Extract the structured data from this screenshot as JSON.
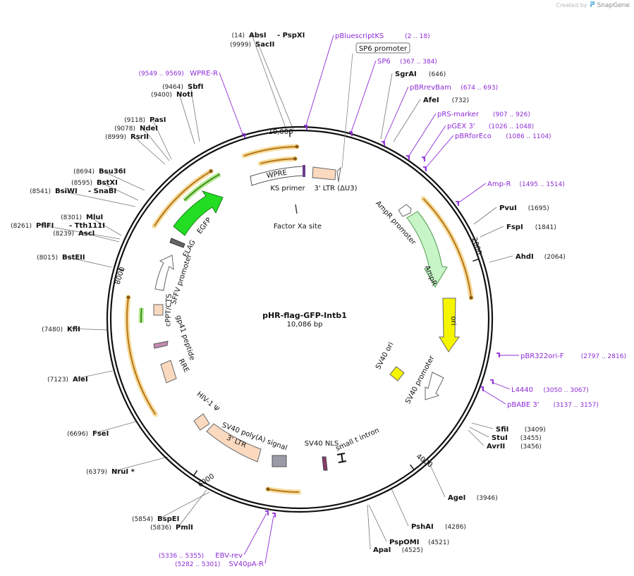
{
  "header": {
    "created_by": "Created by",
    "brand": "SnapGene"
  },
  "plasmid": {
    "name": "pHR-flag-GFP-Intb1",
    "length_label": "10,086 bp",
    "length": 10086
  },
  "ticks": [
    {
      "bp": 2000,
      "label": "2000"
    },
    {
      "bp": 4000,
      "label": "4000"
    },
    {
      "bp": 6000,
      "label": "6000"
    },
    {
      "bp": 8000,
      "label": "8000"
    },
    {
      "bp": 10000,
      "label": "10,000"
    }
  ],
  "sites": [
    {
      "bp": 14,
      "pos": "(14)",
      "name": "AbsI",
      "suffix": "- PspXI"
    },
    {
      "bp": 9999,
      "pos": "(9999)",
      "name": "SacII",
      "suffix": ""
    },
    {
      "bp": 646,
      "pos": "(646)",
      "name": "SgrAI",
      "suffix": ""
    },
    {
      "bp": 732,
      "pos": "(732)",
      "name": "AfeI",
      "suffix": ""
    },
    {
      "bp": 1695,
      "pos": "(1695)",
      "name": "PvuI",
      "suffix": ""
    },
    {
      "bp": 1841,
      "pos": "(1841)",
      "name": "FspI",
      "suffix": ""
    },
    {
      "bp": 2064,
      "pos": "(2064)",
      "name": "AhdI",
      "suffix": ""
    },
    {
      "bp": 3409,
      "pos": "(3409)",
      "name": "SfiI",
      "suffix": ""
    },
    {
      "bp": 3455,
      "pos": "(3455)",
      "name": "StuI",
      "suffix": ""
    },
    {
      "bp": 3456,
      "pos": "(3456)",
      "name": "AvrII",
      "suffix": ""
    },
    {
      "bp": 3946,
      "pos": "(3946)",
      "name": "AgeI",
      "suffix": ""
    },
    {
      "bp": 4286,
      "pos": "(4286)",
      "name": "PshAI",
      "suffix": ""
    },
    {
      "bp": 4521,
      "pos": "(4521)",
      "name": "PspOMI",
      "suffix": ""
    },
    {
      "bp": 4525,
      "pos": "(4525)",
      "name": "ApaI",
      "suffix": ""
    },
    {
      "bp": 5854,
      "pos": "(5854)",
      "name": "BspEI",
      "suffix": ""
    },
    {
      "bp": 5836,
      "pos": "(5836)",
      "name": "PmlI",
      "suffix": ""
    },
    {
      "bp": 6379,
      "pos": "(6379)",
      "name": "NruI *",
      "suffix": ""
    },
    {
      "bp": 6696,
      "pos": "(6696)",
      "name": "FseI",
      "suffix": ""
    },
    {
      "bp": 7123,
      "pos": "(7123)",
      "name": "AleI",
      "suffix": ""
    },
    {
      "bp": 7480,
      "pos": "(7480)",
      "name": "KflI",
      "suffix": ""
    },
    {
      "bp": 8015,
      "pos": "(8015)",
      "name": "BstEII",
      "suffix": ""
    },
    {
      "bp": 8239,
      "pos": "(8239)",
      "name": "AscI",
      "suffix": ""
    },
    {
      "bp": 8261,
      "pos": "(8261)",
      "name": "PflFI",
      "suffix": "- Tth111I"
    },
    {
      "bp": 8301,
      "pos": "(8301)",
      "name": "MluI",
      "suffix": ""
    },
    {
      "bp": 8541,
      "pos": "(8541)",
      "name": "BsiWI",
      "suffix": "- SnaBI"
    },
    {
      "bp": 8595,
      "pos": "(8595)",
      "name": "BstXI",
      "suffix": ""
    },
    {
      "bp": 8694,
      "pos": "(8694)",
      "name": "Bsu36I",
      "suffix": ""
    },
    {
      "bp": 8999,
      "pos": "(8999)",
      "name": "RsrII",
      "suffix": ""
    },
    {
      "bp": 9078,
      "pos": "(9078)",
      "name": "NdeI",
      "suffix": ""
    },
    {
      "bp": 9118,
      "pos": "(9118)",
      "name": "PasI",
      "suffix": ""
    },
    {
      "bp": 9400,
      "pos": "(9400)",
      "name": "NotI",
      "suffix": ""
    },
    {
      "bp": 9464,
      "pos": "(9464)",
      "name": "SbfI",
      "suffix": ""
    }
  ],
  "primers": [
    {
      "bp": 10,
      "name": "pBluescriptKS",
      "range": "(2 .. 18)"
    },
    {
      "bp": 375,
      "name": "SP6",
      "range": "(367 .. 384)"
    },
    {
      "bp": 683,
      "name": "pBRrevBam",
      "range": "(674 .. 693)"
    },
    {
      "bp": 916,
      "name": "pRS-marker",
      "range": "(907 .. 926)"
    },
    {
      "bp": 1037,
      "name": "pGEX 3'",
      "range": "(1026 .. 1048)"
    },
    {
      "bp": 1095,
      "name": "pBRforEco",
      "range": "(1086 .. 1104)"
    },
    {
      "bp": 1504,
      "name": "Amp-R",
      "range": "(1495 .. 1514)"
    },
    {
      "bp": 2806,
      "name": "pBR322ori-F",
      "range": "(2797 .. 2816)"
    },
    {
      "bp": 3058,
      "name": "L4440",
      "range": "(3050 .. 3067)"
    },
    {
      "bp": 3147,
      "name": "pBABE 3'",
      "range": "(3137 .. 3157)"
    },
    {
      "bp": 5345,
      "name": "EBV-rev",
      "range": "(5336 .. 5355)"
    },
    {
      "bp": 5291,
      "name": "SV40pA-R",
      "range": "(5282 .. 5301)"
    },
    {
      "bp": 9559,
      "name": "WPRE-R",
      "range": "(9549 .. 9569)"
    }
  ],
  "features": [
    {
      "id": "sp6-promoter",
      "label": "SP6 promoter"
    },
    {
      "id": "wpre",
      "label": "WPRE"
    },
    {
      "id": "ks-primer",
      "label": "KS primer"
    },
    {
      "id": "ltr3",
      "label": "3' LTR (ΔU3)"
    },
    {
      "id": "factor-xa",
      "label": "Factor Xa site"
    },
    {
      "id": "egfp",
      "label": "EGFP"
    },
    {
      "id": "flag",
      "label": "FLAG"
    },
    {
      "id": "sffv",
      "label": "SFFV promoter"
    },
    {
      "id": "cppt",
      "label": "cPPT/CTS"
    },
    {
      "id": "gp41",
      "label": "gp41 peptide"
    },
    {
      "id": "rre",
      "label": "RRE"
    },
    {
      "id": "hiv-psi",
      "label": "HIV-1 Ψ"
    },
    {
      "id": "sv40-polya",
      "label": "SV40 poly(A) signal"
    },
    {
      "id": "ltr5",
      "label": "3' LTR"
    },
    {
      "id": "sv40-nls",
      "label": "SV40 NLS"
    },
    {
      "id": "small-t",
      "label": "small t intron"
    },
    {
      "id": "sv40-ori",
      "label": "SV40 ori"
    },
    {
      "id": "sv40-promoter",
      "label": "SV40 promoter"
    },
    {
      "id": "ori",
      "label": "ori"
    },
    {
      "id": "ampr",
      "label": "AmpR"
    },
    {
      "id": "ampr-promoter",
      "label": "AmpR promoter"
    }
  ],
  "colors": {
    "backbone": "#111111",
    "primer": "#8e2bd6",
    "orf_arc": "#e7a33a",
    "egfp": "#22dd22",
    "ampr": "#c8f5c8",
    "ori": "#f5f500",
    "ltr": "#fbd9bf",
    "misc": "#ffffff"
  }
}
